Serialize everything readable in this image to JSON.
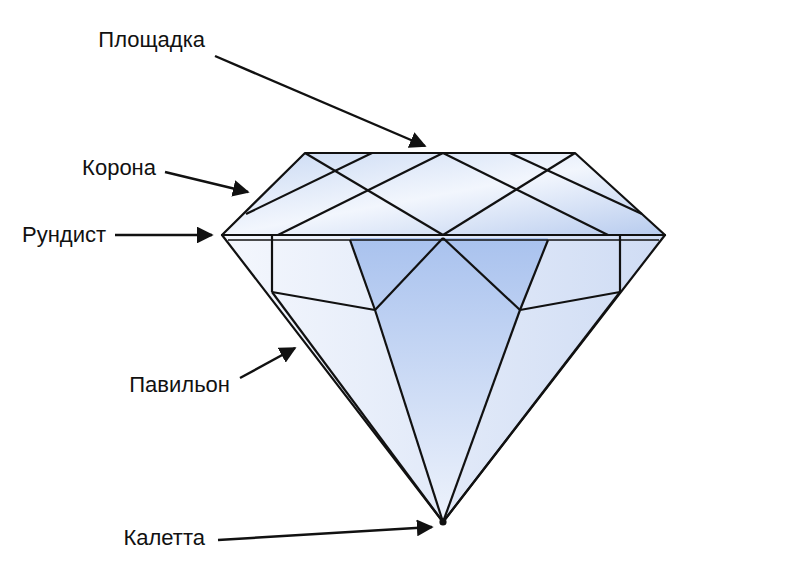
{
  "diagram": {
    "labels": [
      "Площадка",
      "Корона",
      "Рундист",
      "Павильон",
      "Калетта"
    ]
  }
}
